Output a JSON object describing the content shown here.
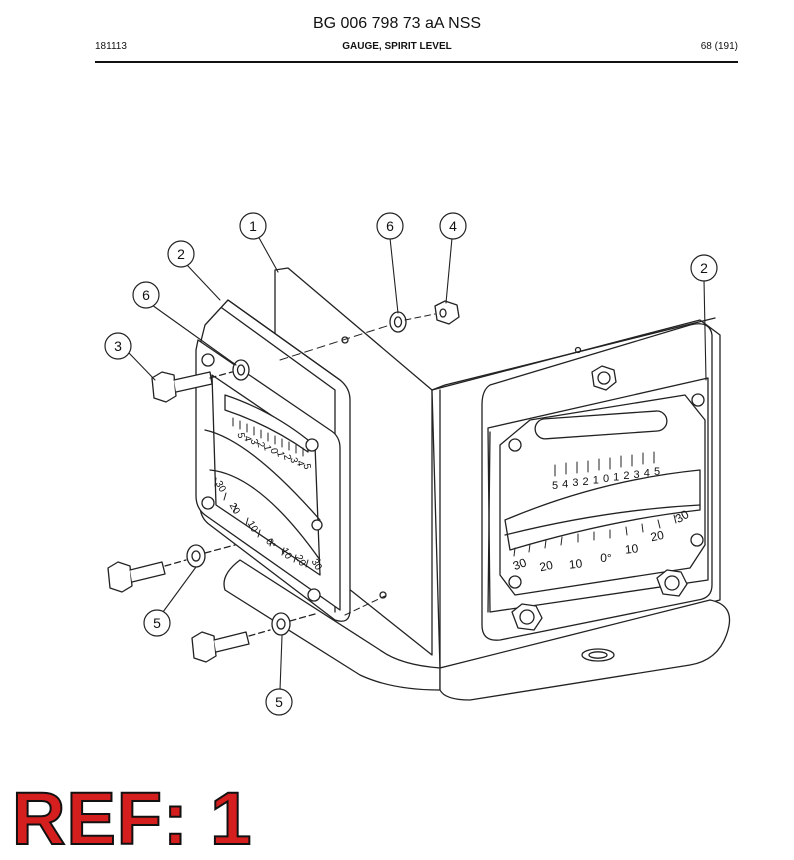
{
  "document": {
    "title": "BG 006 798 73 aA NSS",
    "date_code": "181113",
    "part_name": "GAUGE, SPIRIT LEVEL",
    "page": "68 (191)"
  },
  "callouts": [
    "1",
    "2",
    "2",
    "3",
    "4",
    "5",
    "5",
    "6",
    "6"
  ],
  "gauge_left": {
    "top_scale": [
      "5",
      "4",
      "3",
      "2",
      "1",
      "0",
      "1",
      "2",
      "3",
      "4",
      "5"
    ],
    "arc_scale": [
      "30",
      "20",
      "10",
      "0°",
      "10",
      "20",
      "30"
    ]
  },
  "gauge_right": {
    "top_scale": [
      "5",
      "4",
      "3",
      "2",
      "1",
      "0",
      "1",
      "2",
      "3",
      "4",
      "5"
    ],
    "arc_scale": [
      "30",
      "20",
      "10",
      "0°",
      "10",
      "20",
      "30"
    ]
  },
  "reference": {
    "label": "REF: 1",
    "color": "#d51f1f"
  }
}
